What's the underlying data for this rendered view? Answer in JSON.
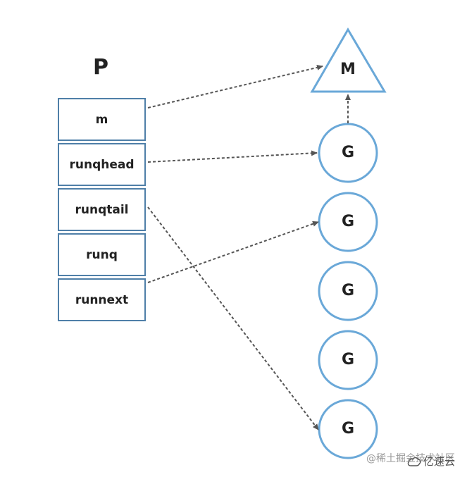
{
  "title": "P",
  "p_fields": [
    "m",
    "runqhead",
    "runqtail",
    "runq",
    "runnext"
  ],
  "machine": {
    "label": "M"
  },
  "goroutines": [
    "G",
    "G",
    "G",
    "G",
    "G"
  ],
  "watermark": "@稀土掘金技术社区",
  "brand": "亿速云",
  "colors": {
    "node_stroke": "#6aa8d8",
    "box_stroke": "#4f7fa8",
    "arrow": "#555555",
    "text": "#222222"
  },
  "arrows": [
    {
      "from": "m",
      "to": "M"
    },
    {
      "from": "runqhead",
      "to": "G1"
    },
    {
      "from": "runqtail",
      "to": "G5"
    },
    {
      "from": "runnext",
      "to": "G2"
    },
    {
      "from": "G1",
      "to": "M"
    }
  ]
}
